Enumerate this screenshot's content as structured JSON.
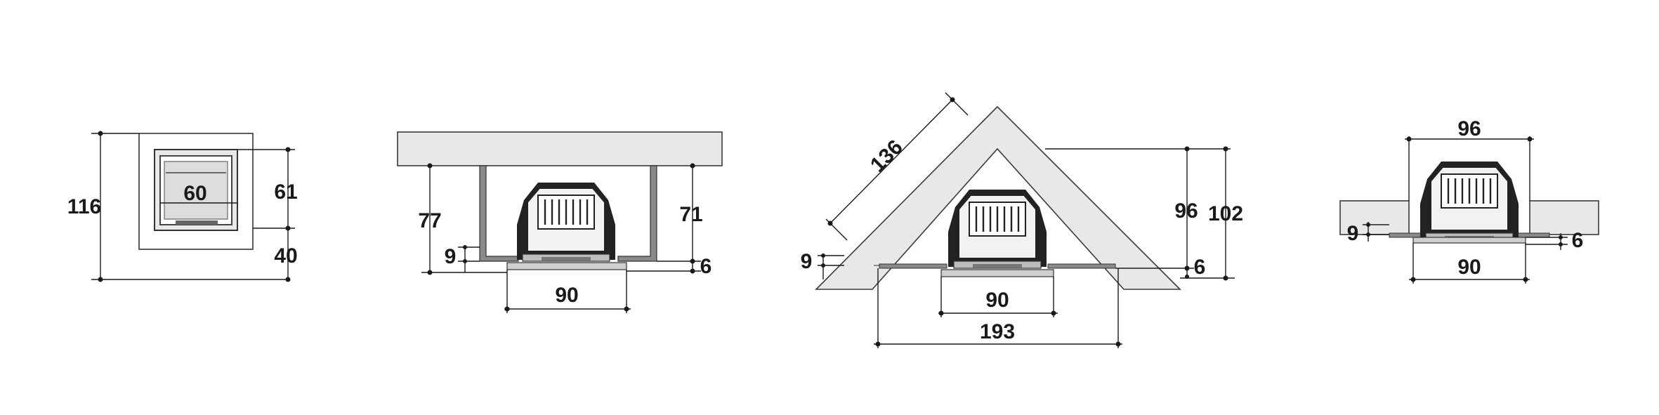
{
  "views": {
    "front": {
      "height_total": "116",
      "width": "60",
      "insert_height": "61",
      "base_height": "40"
    },
    "wall": {
      "left_height": "77",
      "right_height": "71",
      "offset_small": "9",
      "frame_depth": "6",
      "width": "90"
    },
    "corner": {
      "diagonal": "136",
      "offset_small": "9",
      "height_inner": "96",
      "height_outer": "102",
      "frame_depth": "6",
      "width_insert": "90",
      "width_total": "193"
    },
    "island": {
      "width_top": "96",
      "offset_small": "9",
      "frame_depth": "6",
      "width_bottom": "90"
    }
  },
  "colors": {
    "wall_fill": "#e8e8e8",
    "ink": "#1a1a1a",
    "insert_dark": "#222222"
  }
}
